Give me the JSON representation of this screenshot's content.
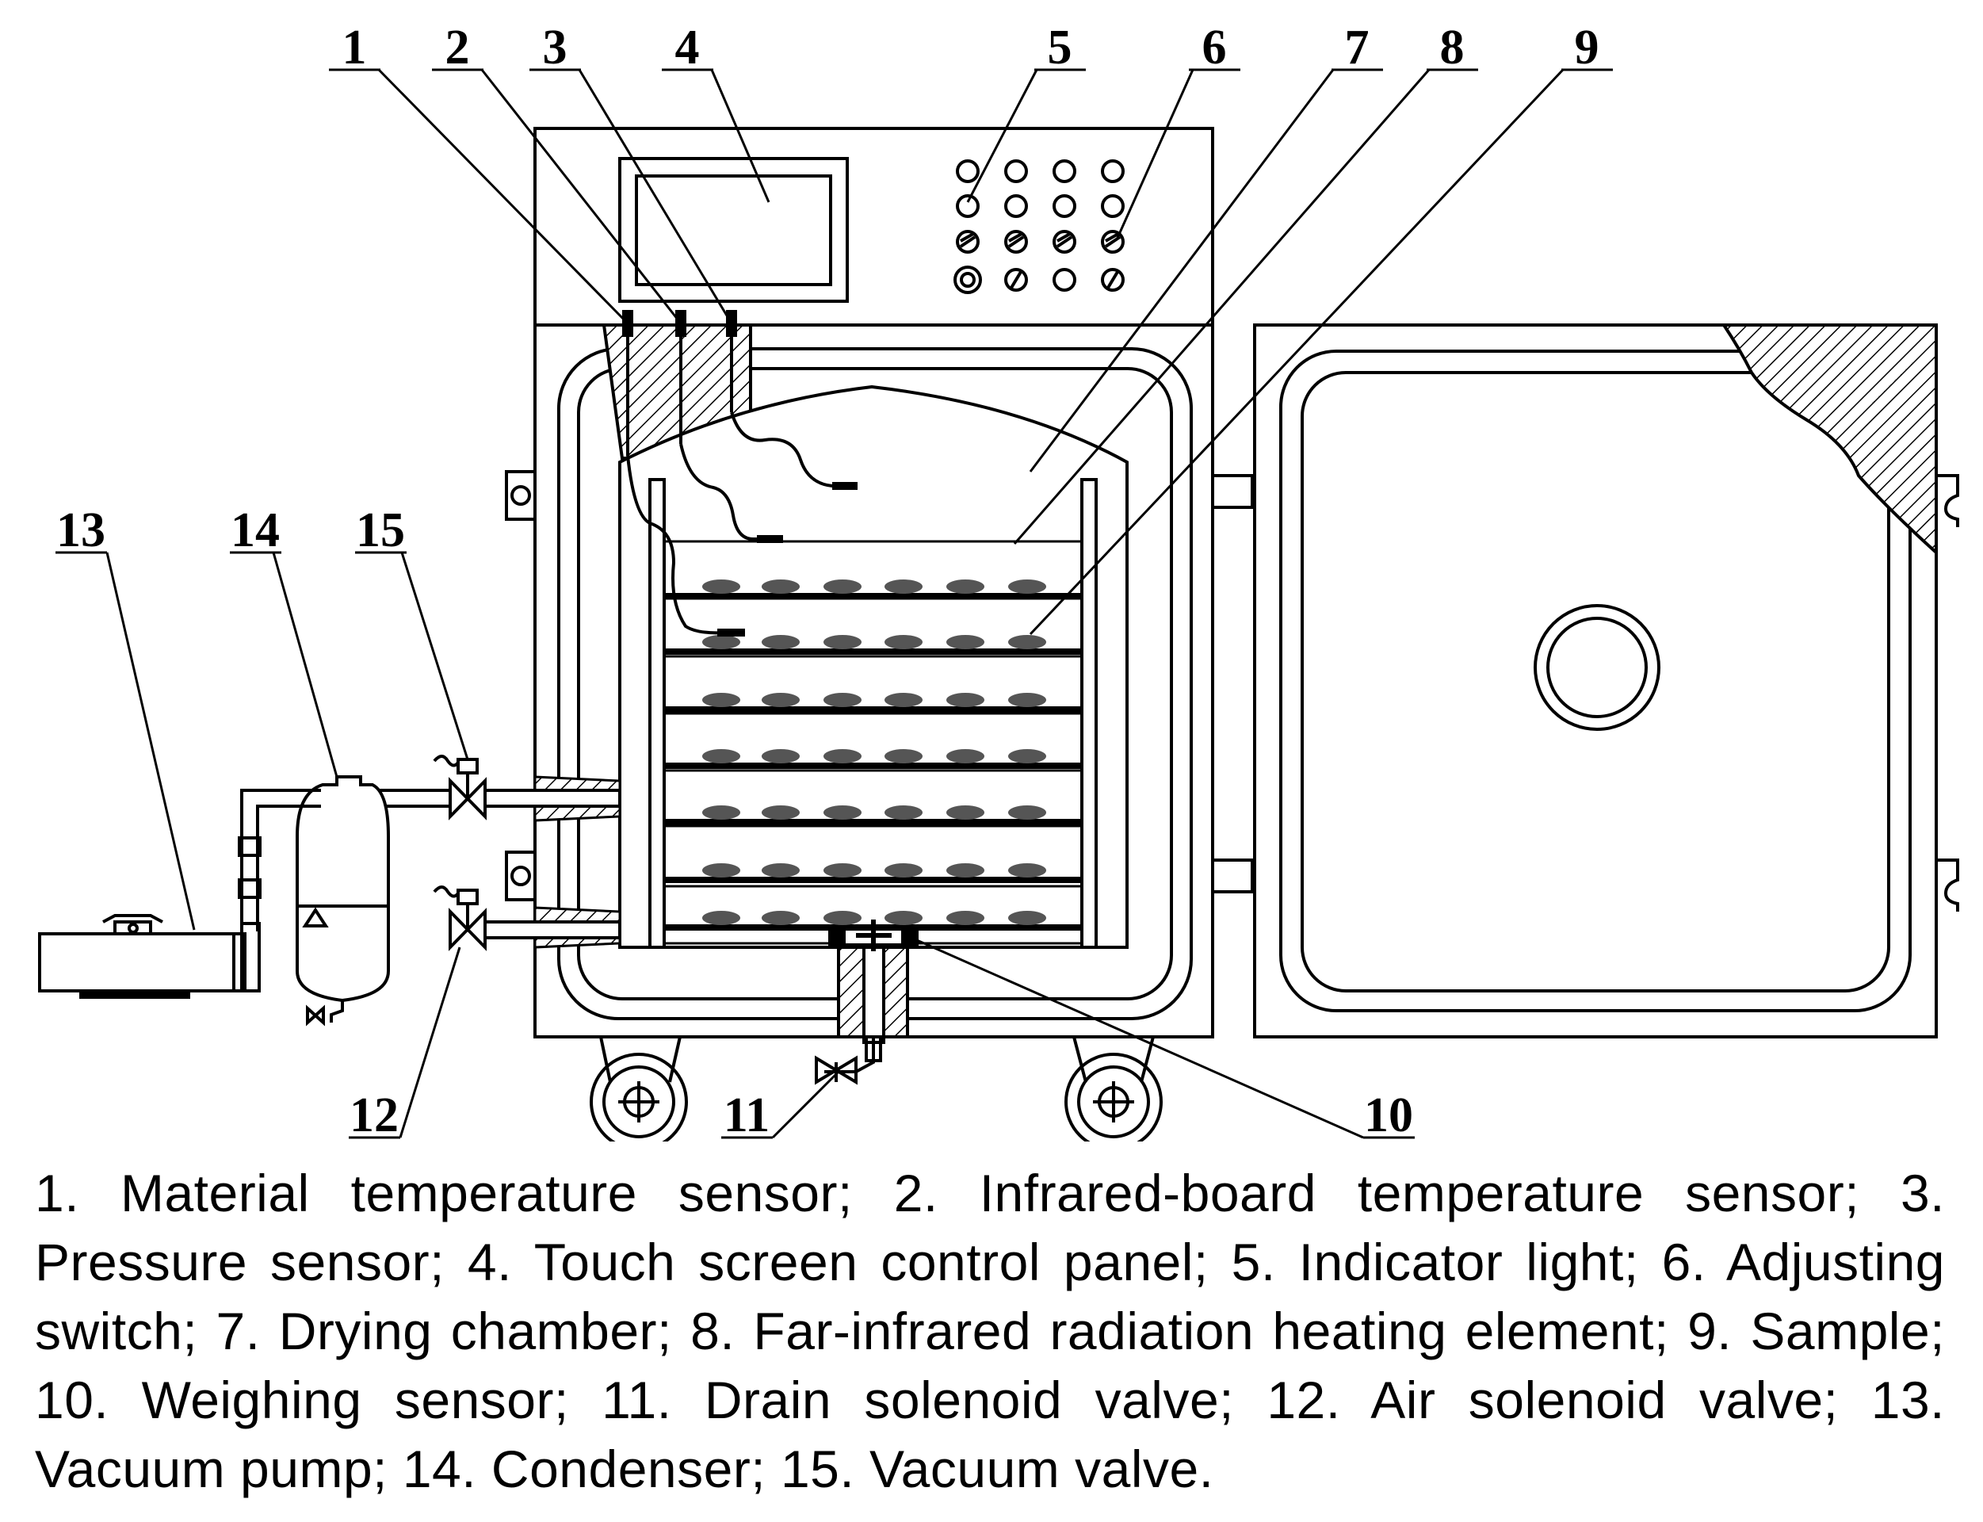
{
  "callouts": [
    "1",
    "2",
    "3",
    "4",
    "5",
    "6",
    "7",
    "8",
    "9",
    "10",
    "11",
    "12",
    "13",
    "14",
    "15"
  ],
  "caption": "1. Material temperature sensor; 2. Infrared-board temperature sensor; 3. Pressure sensor; 4. Touch screen control panel; 5. Indicator light; 6. Adjusting switch; 7. Drying chamber; 8. Far-infrared radiation heating element; 9. Sample; 10. Weighing sensor; 11. Drain solenoid valve; 12. Air solenoid valve; 13. Vacuum pump; 14. Condenser; 15. Vacuum valve.",
  "colors": {
    "line": "#000000",
    "sample": "#555555",
    "background": "#ffffff"
  }
}
